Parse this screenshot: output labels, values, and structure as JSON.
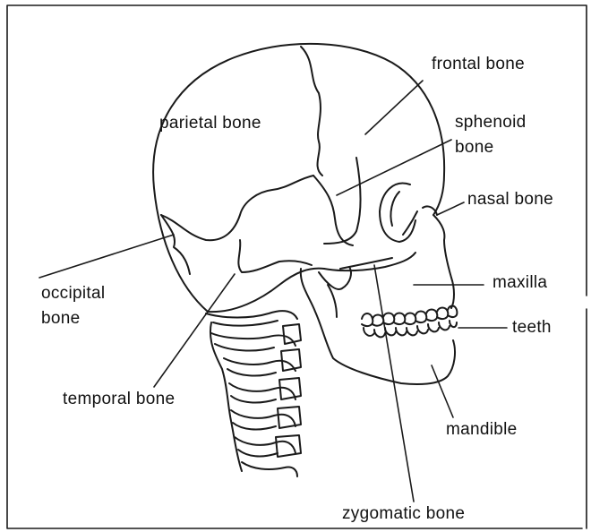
{
  "labels": {
    "frontal": "frontal bone",
    "parietal": "parietal bone",
    "sphenoid_line1": "sphenoid",
    "sphenoid_line2": "bone",
    "nasal": "nasal bone",
    "maxilla": "maxilla",
    "teeth": "teeth",
    "occipital_line1": "occipital",
    "occipital_line2": "bone",
    "temporal": "temporal bone",
    "mandible": "mandible",
    "zygomatic": "zygomatic bone"
  },
  "colors": {
    "ink": "#1a1a1a",
    "background": "#ffffff"
  }
}
